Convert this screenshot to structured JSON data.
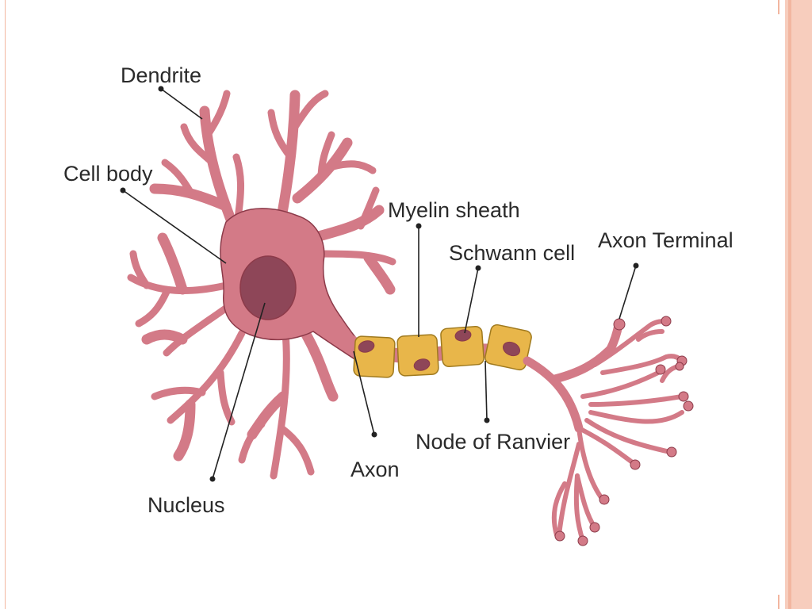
{
  "colors": {
    "frame_border": "#f2b6a0",
    "frame_stripe": "#f7cdbd",
    "neuron_fill": "#d37a87",
    "neuron_stroke": "#8c3a49",
    "nucleus_fill": "#8e4658",
    "myelin_fill": "#e8b64a",
    "myelin_stroke": "#a07a1e",
    "schwann_nucleus": "#8e4658",
    "label_text": "#2a2a2a",
    "leader_line": "#222222"
  },
  "labels": {
    "dendrite": "Dendrite",
    "cell_body": "Cell body",
    "myelin_sheath": "Myelin sheath",
    "schwann_cell": "Schwann cell",
    "axon_terminal": "Axon Terminal",
    "axon": "Axon",
    "node_of_ranvier": "Node of Ranvier",
    "nucleus": "Nucleus"
  }
}
